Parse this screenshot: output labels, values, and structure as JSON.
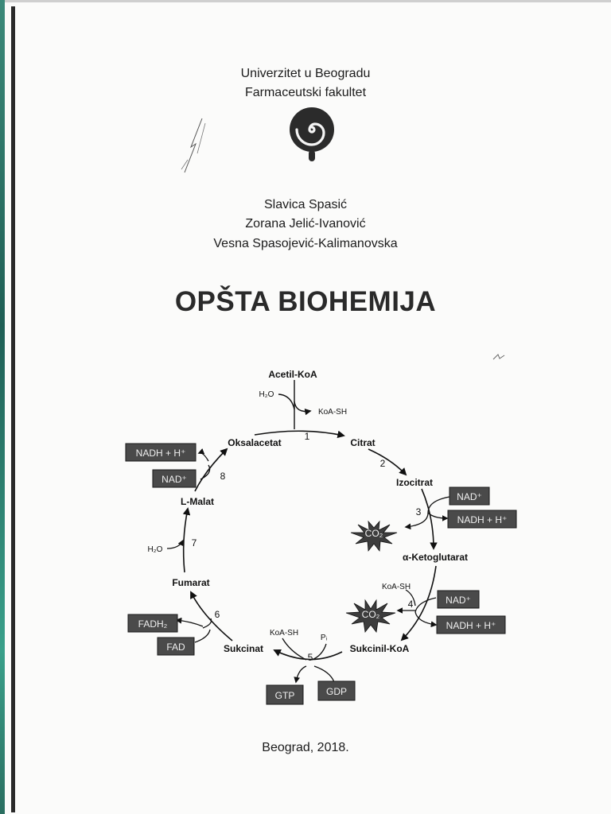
{
  "header": {
    "university": "Univerzitet u Beogradu",
    "faculty": "Farmaceutski fakultet"
  },
  "authors": [
    "Slavica Spasić",
    "Zorana Jelić-Ivanović",
    "Vesna Spasojević-Kalimanovska"
  ],
  "title": "OPŠTA BIOHEMIJA",
  "diagram": {
    "metabolites": {
      "acetyl_coa": "Acetil-KoA",
      "citrate": "Citrat",
      "isocitrate": "Izocitrat",
      "ketoglutarate": "α-Ketoglutarat",
      "succinyl_coa": "Sukcinil-KoA",
      "succinate": "Sukcinat",
      "fumarate": "Fumarat",
      "malate": "L-Malat",
      "oxaloacetate": "Oksalacetat"
    },
    "cofactors": {
      "h2o_1": "H₂O",
      "koash_1": "KoA-SH",
      "koash_2": "KoA-SH",
      "koash_3": "KoA-SH",
      "pi": "Pᵢ",
      "h2o_7": "H₂O"
    },
    "steps": [
      "1",
      "2",
      "3",
      "4",
      "5",
      "6",
      "7",
      "8"
    ],
    "boxes": {
      "nad_3": "NAD⁺",
      "nadh_3": "NADH + H⁺",
      "nad_4": "NAD⁺",
      "nadh_4": "NADH + H⁺",
      "nad_8": "NAD⁺",
      "nadh_8": "NADH + H⁺",
      "fadh2": "FADH₂",
      "fad": "FAD",
      "gtp": "GTP",
      "gdp": "GDP",
      "co2_3": "CO₂",
      "co2_4": "CO₂"
    }
  },
  "footer": {
    "place_year": "Beograd, 2018."
  }
}
